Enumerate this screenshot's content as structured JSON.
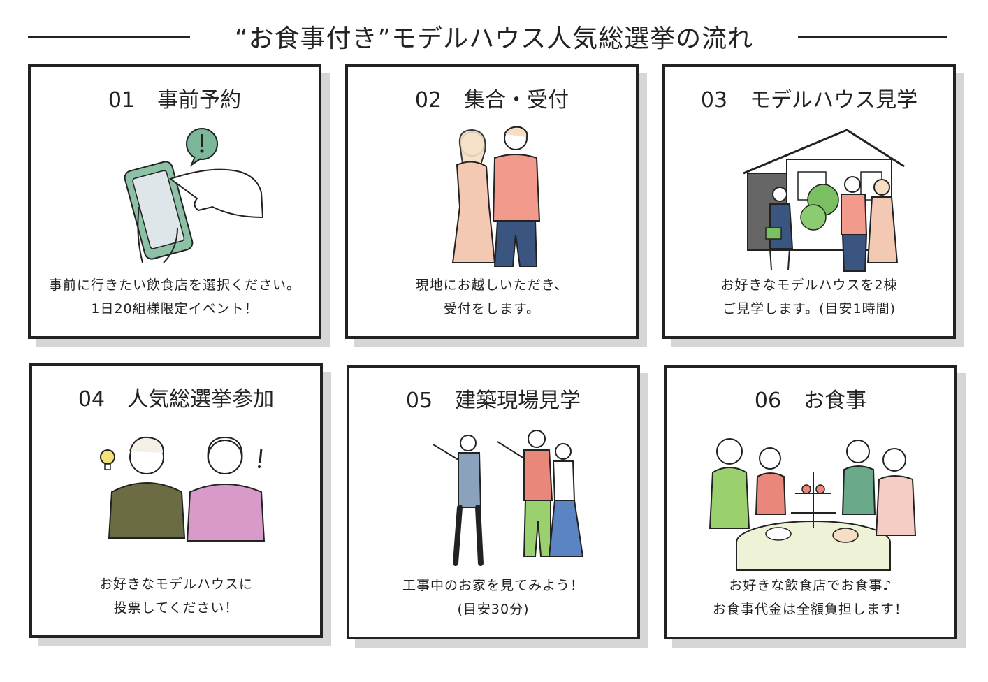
{
  "header": {
    "title": "“お食事付き”モデルハウス人気総選挙の流れ"
  },
  "colors": {
    "border": "#222222",
    "shadow": "#d6d6d6",
    "accent_green": "#6aa98a",
    "salmon": "#e8877a",
    "navy": "#3a5680",
    "olive": "#6b6b44",
    "pink": "#d89ac9"
  },
  "steps": [
    {
      "num": "01",
      "title": "事前予約",
      "lines": [
        "事前に行きたい飲食店を選択ください。",
        "1日20組様限定イベント！"
      ],
      "icon": "smartphone-reservation-illustration"
    },
    {
      "num": "02",
      "title": "集合・受付",
      "lines": [
        "現地にお越しいただき、",
        "受付をします。"
      ],
      "icon": "couple-reception-illustration"
    },
    {
      "num": "03",
      "title": "モデルハウス見学",
      "lines": [
        "お好きなモデルハウスを2棟",
        "ご見学します。(目安1時間)"
      ],
      "icon": "model-house-tour-illustration"
    },
    {
      "num": "04",
      "title": "人気総選挙参加",
      "lines": [
        "お好きなモデルハウスに",
        "投票してください！"
      ],
      "icon": "voting-couple-illustration"
    },
    {
      "num": "05",
      "title": "建築現場見学",
      "lines": [
        "工事中のお家を見てみよう！",
        "(目安30分)"
      ],
      "icon": "construction-site-tour-illustration"
    },
    {
      "num": "06",
      "title": "お食事",
      "lines": [
        "お好きな飲食店でお食事♪",
        "お食事代金は全額負担します！"
      ],
      "icon": "group-meal-illustration"
    }
  ]
}
